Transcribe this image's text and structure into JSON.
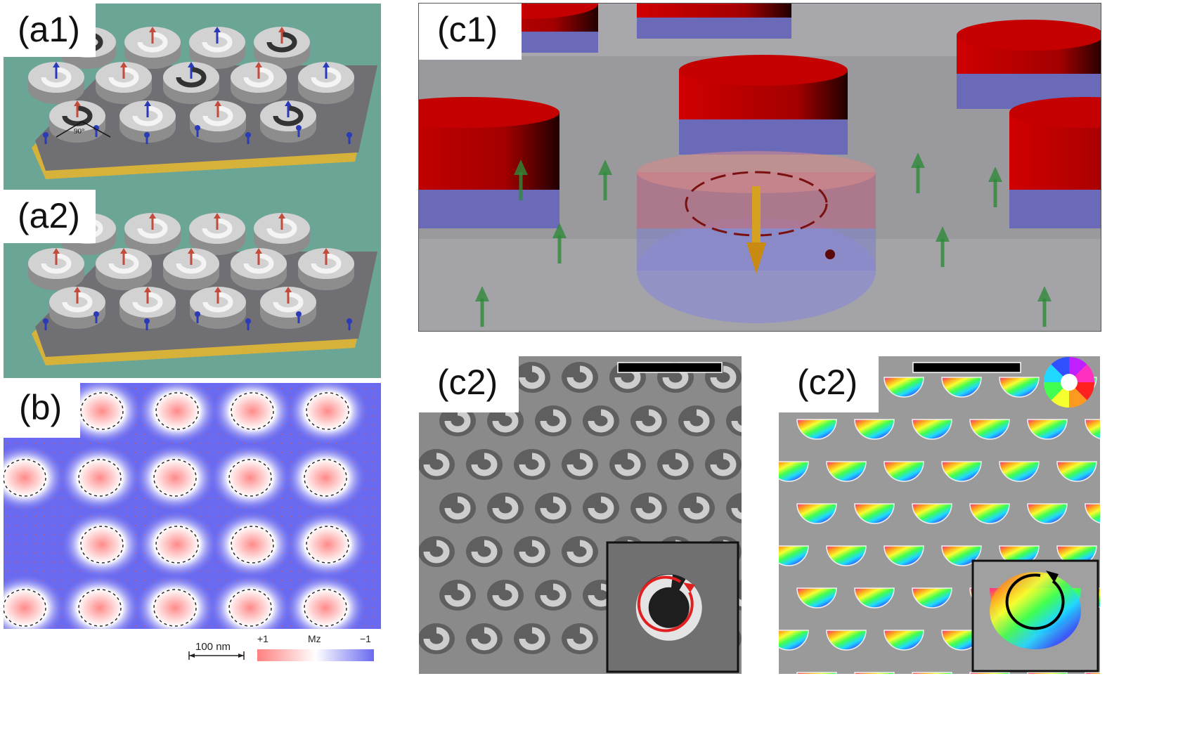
{
  "panels": {
    "a1": {
      "label": "(a1)",
      "angle_label": "90°"
    },
    "a2": {
      "label": "(a2)"
    },
    "b": {
      "label": "(b)"
    },
    "c1": {
      "label": "(c1)"
    },
    "c2_left": {
      "label": "(c2)"
    },
    "c2_right": {
      "label": "(c2)"
    }
  },
  "scale": {
    "bar_label": "100 nm",
    "colorbar_plus": "+1",
    "colorbar_title": "Mz",
    "colorbar_minus": "−1",
    "colorbar_colors": [
      "#ff8080",
      "#ffffff",
      "#6a6af0"
    ]
  },
  "colors": {
    "a_background": "#6aa596",
    "b_background": "#6a6af0",
    "c1_floor": "#a8a8ac",
    "c1_red": "#c80000",
    "c1_blue": "#6a6ab8",
    "arrow_red": "#c44a3c",
    "arrow_blue": "#2b3bb8",
    "arrow_green": "#2e8a3a"
  },
  "icons": {
    "vortex_arrow": "circular-arrow-icon",
    "color_wheel": "color-wheel-icon"
  }
}
